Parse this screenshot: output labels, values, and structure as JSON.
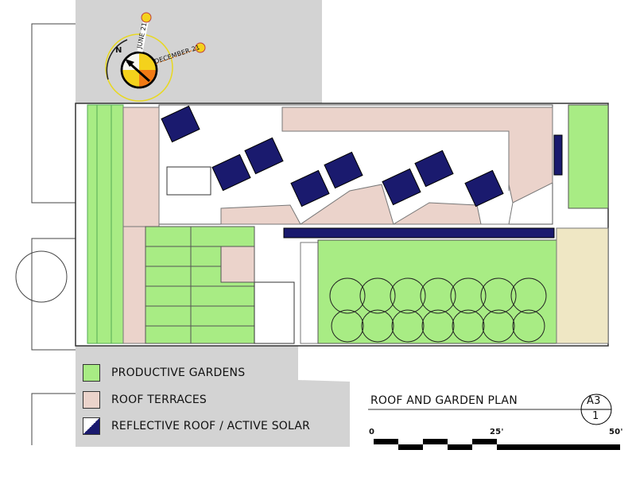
{
  "compass": {
    "north_label": "N",
    "june_label": "JUNE 21",
    "december_label": "DECEMBER 21"
  },
  "legend": {
    "items": [
      {
        "label": "PRODUCTIVE GARDENS",
        "color": "#a8ec84"
      },
      {
        "label": "ROOF TERRACES",
        "color": "#ebd3cb"
      },
      {
        "label": "REFLECTIVE ROOF / ACTIVE SOLAR",
        "color": "#1a1a6e"
      }
    ]
  },
  "title_block": {
    "title": "ROOF AND GARDEN PLAN",
    "sheet": "A3",
    "detail": "1"
  },
  "scale_bar": {
    "labels": [
      "0",
      "25'",
      "50'"
    ]
  },
  "colors": {
    "site_gray": "#d3d3d3",
    "garden_green": "#a8ec84",
    "terrace_pink": "#ebd3cb",
    "solar_navy": "#1a1a6e",
    "planting_beige": "#efe7c4"
  }
}
